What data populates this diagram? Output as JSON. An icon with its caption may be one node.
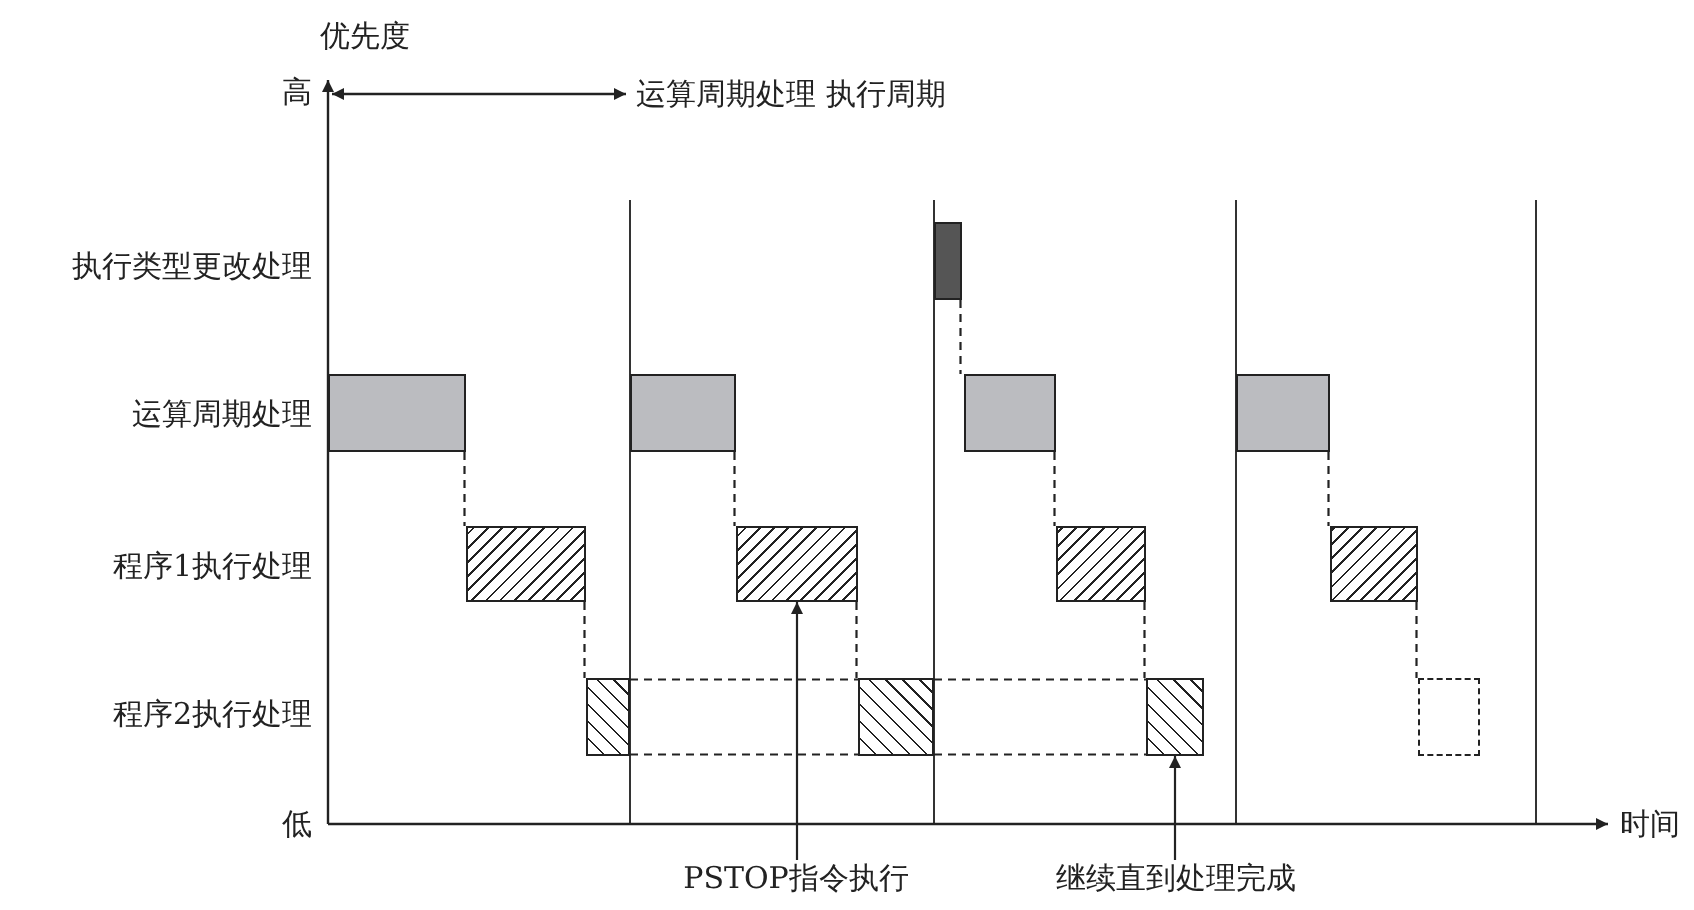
{
  "diagram": {
    "nodes": [
      {
        "text": [],
        "shape": "bar"
      },
      {
        "text": [],
        "shape": "bar"
      },
      {
        "text": [],
        "shape": "bar"
      },
      {
        "text": [],
        "shape": "bar"
      },
      {
        "text": [],
        "shape": "bar"
      },
      {
        "text": [],
        "shape": "bar"
      },
      {
        "text": [],
        "shape": "bar"
      },
      {
        "text": [],
        "shape": "bar"
      },
      {
        "text": [],
        "shape": "bar"
      },
      {
        "text": [],
        "shape": "bar"
      },
      {
        "text": [],
        "shape": "bar"
      },
      {
        "text": [],
        "shape": "bar"
      },
      {
        "text": [],
        "shape": "box"
      },
      {
        "text": [
          "PSTOP指令执行"
        ]
      },
      {
        "text": [
          "继续直到处理完成"
        ]
      }
    ],
    "edges": [
      {
        "from": 13,
        "to": 6,
        "arrow": "to"
      },
      {
        "from": 14,
        "to": 11,
        "arrow": "to"
      },
      {
        "from": 1,
        "to": 5,
        "arrow": "none",
        "style": "dashed"
      },
      {
        "from": 5,
        "to": 9,
        "arrow": "none",
        "style": "dashed"
      },
      {
        "from": 2,
        "to": 6,
        "arrow": "none",
        "style": "dashed"
      },
      {
        "from": 6,
        "to": 10,
        "arrow": "none",
        "style": "dashed"
      },
      {
        "from": 0,
        "to": 3,
        "arrow": "none",
        "style": "dashed"
      },
      {
        "from": 3,
        "to": 7,
        "arrow": "none",
        "style": "dashed"
      },
      {
        "from": 7,
        "to": 11,
        "arrow": "none",
        "style": "dashed"
      },
      {
        "from": 4,
        "to": 8,
        "arrow": "none",
        "style": "dashed"
      },
      {
        "from": 8,
        "to": 12,
        "arrow": "none",
        "style": "dashed"
      },
      {
        "from": 9,
        "to": 10,
        "arrow": "none",
        "style": "dashed"
      },
      {
        "from": 9,
        "to": 10,
        "arrow": "none",
        "style": "dashed"
      },
      {
        "from": 10,
        "to": 11,
        "arrow": "none",
        "style": "dashed"
      },
      {
        "from": 10,
        "to": 11,
        "arrow": "none",
        "style": "dashed"
      }
    ],
    "labels": [
      "优先度",
      "高",
      "运算周期处理 执行周期",
      "执行类型更改处理",
      "运算周期处理",
      "程序1执行处理",
      "程序2执行处理",
      "低",
      "时间"
    ]
  }
}
